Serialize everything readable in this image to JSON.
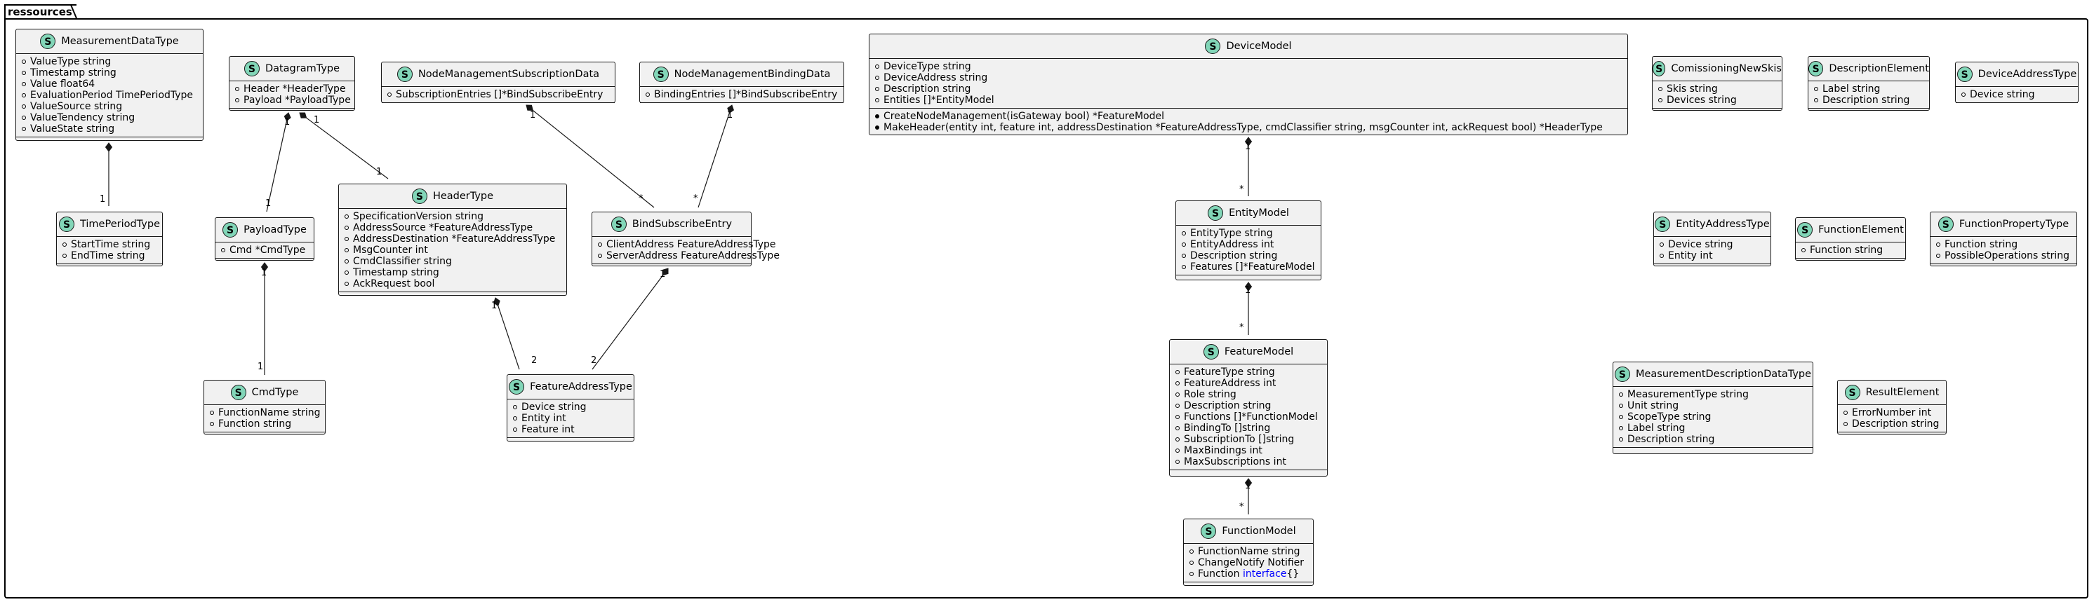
{
  "package": {
    "name": "ressources"
  },
  "classes": [
    {
      "id": "MeasurementDataType",
      "stereotype": "S",
      "fields": [
        "ValueType string",
        "Timestamp string",
        "Value float64",
        "EvaluationPeriod TimePeriodType",
        "ValueSource string",
        "ValueTendency string",
        "ValueState string"
      ],
      "methods": []
    },
    {
      "id": "DatagramType",
      "stereotype": "S",
      "fields": [
        "Header *HeaderType",
        "Payload *PayloadType"
      ],
      "methods": []
    },
    {
      "id": "NodeManagementSubscriptionData",
      "stereotype": "S",
      "fields": [
        "SubscriptionEntries []*BindSubscribeEntry"
      ],
      "methods": []
    },
    {
      "id": "NodeManagementBindingData",
      "stereotype": "S",
      "fields": [
        "BindingEntries []*BindSubscribeEntry"
      ],
      "methods": []
    },
    {
      "id": "DeviceModel",
      "stereotype": "S",
      "fields": [
        "DeviceType string",
        "DeviceAddress string",
        "Description string",
        "Entities []*EntityModel"
      ],
      "methods": [
        "CreateNodeManagement(isGateway bool) *FeatureModel",
        "MakeHeader(entity int, feature int, addressDestination *FeatureAddressType, cmdClassifier string, msgCounter int, ackRequest bool) *HeaderType"
      ]
    },
    {
      "id": "ComissioningNewSkis",
      "stereotype": "S",
      "fields": [
        "Skis string",
        "Devices string"
      ],
      "methods": []
    },
    {
      "id": "DescriptionElement",
      "stereotype": "S",
      "fields": [
        "Label string",
        "Description string"
      ],
      "methods": []
    },
    {
      "id": "DeviceAddressType",
      "stereotype": "S",
      "fields": [
        "Device string"
      ],
      "methods": []
    },
    {
      "id": "TimePeriodType",
      "stereotype": "S",
      "fields": [
        "StartTime string",
        "EndTime string"
      ],
      "methods": []
    },
    {
      "id": "PayloadType",
      "stereotype": "S",
      "fields": [
        "Cmd *CmdType"
      ],
      "methods": []
    },
    {
      "id": "HeaderType",
      "stereotype": "S",
      "fields": [
        "SpecificationVersion string",
        "AddressSource *FeatureAddressType",
        "AddressDestination *FeatureAddressType",
        "MsgCounter int",
        "CmdClassifier string",
        "Timestamp string",
        "AckRequest bool"
      ],
      "methods": []
    },
    {
      "id": "BindSubscribeEntry",
      "stereotype": "S",
      "fields": [
        "ClientAddress FeatureAddressType",
        "ServerAddress FeatureAddressType"
      ],
      "methods": []
    },
    {
      "id": "EntityModel",
      "stereotype": "S",
      "fields": [
        "EntityType string",
        "EntityAddress int",
        "Description string",
        "Features []*FeatureModel"
      ],
      "methods": []
    },
    {
      "id": "EntityAddressType",
      "stereotype": "S",
      "fields": [
        "Device string",
        "Entity int"
      ],
      "methods": []
    },
    {
      "id": "FunctionElement",
      "stereotype": "S",
      "fields": [
        "Function string"
      ],
      "methods": []
    },
    {
      "id": "FunctionPropertyType",
      "stereotype": "S",
      "fields": [
        "Function string",
        "PossibleOperations string"
      ],
      "methods": []
    },
    {
      "id": "FeatureModel",
      "stereotype": "S",
      "fields": [
        "FeatureType string",
        "FeatureAddress int",
        "Role string",
        "Description string",
        "Functions []*FunctionModel",
        "BindingTo []string",
        "SubscriptionTo []string",
        "MaxBindings int",
        "MaxSubscriptions int"
      ],
      "methods": []
    },
    {
      "id": "MeasurementDescriptionDataType",
      "stereotype": "S",
      "fields": [
        "MeasurementType string",
        "Unit string",
        "ScopeType string",
        "Label string",
        "Description string"
      ],
      "methods": []
    },
    {
      "id": "ResultElement",
      "stereotype": "S",
      "fields": [
        "ErrorNumber int",
        "Description string"
      ],
      "methods": []
    },
    {
      "id": "CmdType",
      "stereotype": "S",
      "fields": [
        "FunctionName string",
        "Function string"
      ],
      "methods": []
    },
    {
      "id": "FeatureAddressType",
      "stereotype": "S",
      "fields": [
        "Device string",
        "Entity int",
        "Feature int"
      ],
      "methods": []
    },
    {
      "id": "FunctionModel",
      "stereotype": "S",
      "fields": [
        "FunctionName string",
        "ChangeNotify Notifier",
        "Function interface{}"
      ],
      "methods": []
    }
  ],
  "relations": [
    {
      "from": "MeasurementDataType",
      "to": "TimePeriodType",
      "kind": "composition",
      "from_mult": "1",
      "to_mult": "1"
    },
    {
      "from": "DatagramType",
      "to": "PayloadType",
      "kind": "composition",
      "from_mult": "1",
      "to_mult": "1"
    },
    {
      "from": "DatagramType",
      "to": "HeaderType",
      "kind": "composition",
      "from_mult": "1",
      "to_mult": "1"
    },
    {
      "from": "NodeManagementSubscriptionData",
      "to": "BindSubscribeEntry",
      "kind": "composition",
      "from_mult": "1",
      "to_mult": "*"
    },
    {
      "from": "NodeManagementBindingData",
      "to": "BindSubscribeEntry",
      "kind": "composition",
      "from_mult": "1",
      "to_mult": "*"
    },
    {
      "from": "PayloadType",
      "to": "CmdType",
      "kind": "composition",
      "from_mult": "1",
      "to_mult": "1"
    },
    {
      "from": "HeaderType",
      "to": "FeatureAddressType",
      "kind": "composition",
      "from_mult": "1",
      "to_mult": "2"
    },
    {
      "from": "BindSubscribeEntry",
      "to": "FeatureAddressType",
      "kind": "composition",
      "from_mult": "1",
      "to_mult": "2"
    },
    {
      "from": "DeviceModel",
      "to": "EntityModel",
      "kind": "composition",
      "from_mult": "1",
      "to_mult": "*"
    },
    {
      "from": "EntityModel",
      "to": "FeatureModel",
      "kind": "composition",
      "from_mult": "1",
      "to_mult": "*"
    },
    {
      "from": "FeatureModel",
      "to": "FunctionModel",
      "kind": "composition",
      "from_mult": "1",
      "to_mult": "*"
    }
  ],
  "colors": {
    "class_fill": "#f1f1f1",
    "class_border": "#181818",
    "stereotype_badge": "#82d6b8",
    "keyword": "#0000ff",
    "line": "#181818"
  }
}
